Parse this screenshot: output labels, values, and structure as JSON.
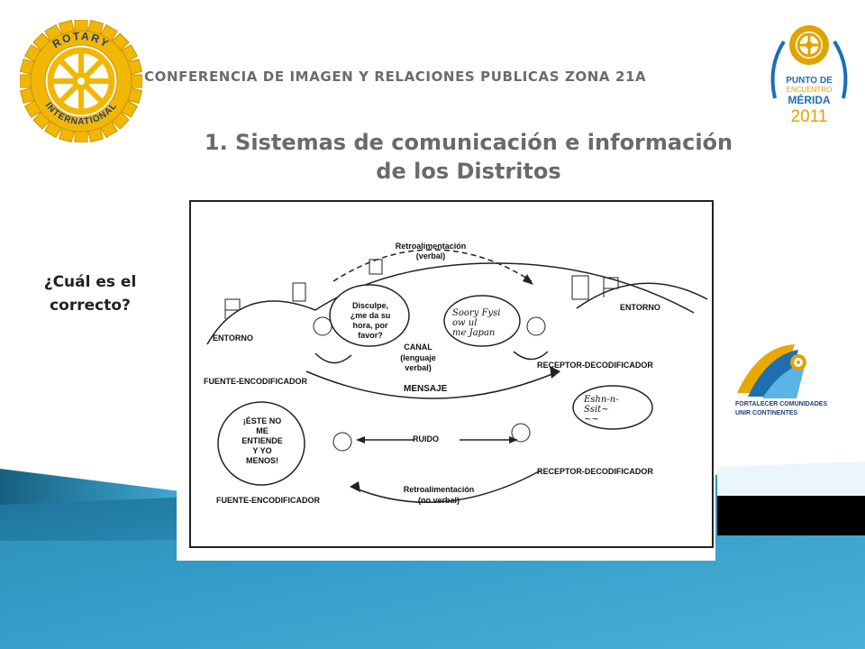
{
  "header": {
    "conference_title": "CONFERENCIA DE IMAGEN Y RELACIONES PUBLICAS  ZONA 21A"
  },
  "slide": {
    "title_line1": "1. Sistemas de comunicación e información",
    "title_line2": "de los Distritos",
    "question_line1": "¿Cuál es el",
    "question_line2": "correcto?"
  },
  "logos": {
    "rotary": {
      "word_top": "ROTARY",
      "word_bottom": "INTERNATIONAL"
    },
    "punto": {
      "line1": "PUNTO DE",
      "line2": "ENCUENTRO",
      "line3": "MÉRIDA",
      "line4": "2011"
    },
    "fortalecer": {
      "line1": "FORTALECER COMUNIDADES",
      "line2": "UNIR CONTINENTES"
    }
  },
  "diagram": {
    "retro_verbal": "Retroalimentación",
    "retro_verbal_sub": "(verbal)",
    "entorno_left": "ENTORNO",
    "entorno_right": "ENTORNO",
    "bubble_left": [
      "Disculpe,",
      "¿me da su",
      "hora, por",
      "favor?"
    ],
    "bubble_right": [
      "Soory Fysi",
      "ow ul",
      "me Japan"
    ],
    "canal": "CANAL",
    "canal_sub1": "(lenguaje",
    "canal_sub2": "verbal)",
    "fuente_top": "FUENTE-ENCODIFICADOR",
    "receptor_top": "RECEPTOR-DECODIFICADOR",
    "mensaje": "MENSAJE",
    "bubble_bottom_left": [
      "¡ÉSTE NO",
      "ME",
      "ENTIENDE",
      "Y YO",
      "MENOS!"
    ],
    "bubble_bottom_right": [
      "Eshn-n-",
      "Ssit~",
      "~~"
    ],
    "ruido": "RUIDO",
    "receptor_bottom": "RECEPTOR-DECODIFICADOR",
    "fuente_bottom": "FUENTE-ENCODIFICADOR",
    "retro_noverbal": "Retroalimentación",
    "retro_noverbal_sub": "(no verbal)"
  },
  "colors": {
    "teal_dark": "#1d6f95",
    "teal_light": "#49b3d8",
    "rotary_gold": "#f2b705",
    "title_gray": "#6a6a6a",
    "punto_blue": "#1a6fb5",
    "punto_gold": "#e0a400"
  }
}
